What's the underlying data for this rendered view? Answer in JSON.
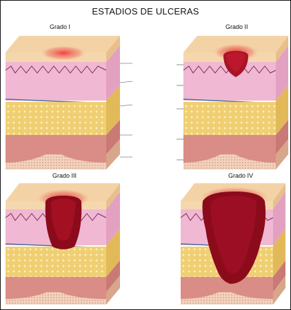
{
  "title": "ESTADIOS DE ULCERAS",
  "stages": [
    {
      "label": "Grado I"
    },
    {
      "label": "Grado II"
    },
    {
      "label": "Grado III"
    },
    {
      "label": "Grado IV"
    }
  ],
  "colors": {
    "epidermis_top": "#f3d3a6",
    "epidermis_side": "#e8bf8a",
    "dermis": "#f0b8d2",
    "dermis_side": "#e2a1c0",
    "fat": "#f0cf73",
    "fat_side": "#e2b959",
    "muscle": "#d98d86",
    "muscle_side": "#c97a74",
    "bone": "#e9b99a",
    "ulcer_dark": "#8c0b1b",
    "ulcer_light": "#c41830",
    "redness": "#ef4b4b"
  }
}
